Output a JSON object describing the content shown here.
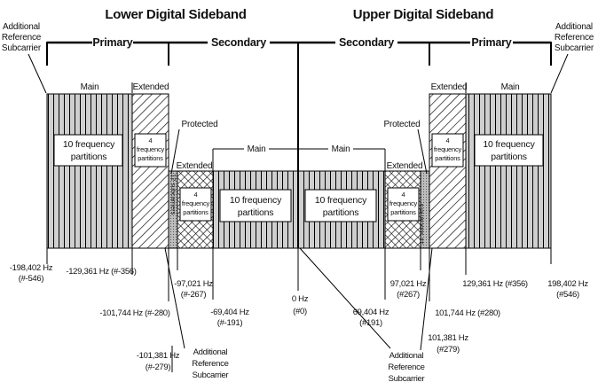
{
  "titles": {
    "lower": "Lower Digital Sideband",
    "upper": "Upper Digital Sideband"
  },
  "groups": {
    "primary_left": "Primary",
    "secondary_left": "Secondary",
    "secondary_right": "Secondary",
    "primary_right": "Primary"
  },
  "additional_reference_top_left": [
    "Additional",
    "Reference",
    "Subcarrier"
  ],
  "additional_reference_top_right": [
    "Additional",
    "Reference",
    "Subcarrier"
  ],
  "additional_reference_bottom_left": [
    "Additional",
    "Reference",
    "Subcarrier"
  ],
  "additional_reference_bottom_right": [
    "Additional",
    "Reference",
    "Subcarrier"
  ],
  "partition_labels": {
    "main_left": "Main",
    "extended_left": "Extended",
    "extended_right": "Extended",
    "main_right": "Main",
    "protected_left": "Protected",
    "protected_right": "Protected",
    "sec_extended_left": "Extended",
    "sec_extended_right": "Extended",
    "sec_main_left": "Main",
    "sec_main_right": "Main"
  },
  "boxes": {
    "primary_main_left": [
      "10 frequency",
      "partitions"
    ],
    "primary_ext_left": [
      "4",
      "frequency",
      "partitions"
    ],
    "sec_ext_left": [
      "4",
      "frequency",
      "partitions"
    ],
    "sec_main_left": [
      "10 frequency",
      "partitions"
    ],
    "sec_main_right": [
      "10 frequency",
      "partitions"
    ],
    "sec_ext_right": [
      "4",
      "frequency",
      "partitions"
    ],
    "primary_ext_right": [
      "4",
      "frequency",
      "partitions"
    ],
    "primary_main_right": [
      "10 frequency",
      "partitions"
    ]
  },
  "protected_subcarriers_left": "12 subcarriers",
  "protected_subcarriers_right": "12 subcarriers",
  "frequencies": {
    "f1": [
      "-198,402 Hz",
      "(#-546)"
    ],
    "f2": [
      "-129,361 Hz (#-356)"
    ],
    "f3": [
      "-101,744 Hz (#-280)"
    ],
    "f4": [
      "-97,021 Hz",
      "(#-267)"
    ],
    "f5": [
      "-69,404 Hz",
      "(#-191)"
    ],
    "f6": [
      "0 Hz",
      "(#0)"
    ],
    "f7": [
      "69,404 Hz",
      "(#191)"
    ],
    "f8": [
      "97,021 Hz",
      "(#267)"
    ],
    "f9": [
      "101,744 Hz (#280)"
    ],
    "f10": [
      "129,361 Hz (#356)"
    ],
    "f11": [
      "198,402 Hz",
      "(#546)"
    ],
    "f12": [
      "-101,381 Hz",
      "(#-279)"
    ],
    "f13": [
      "101,381 Hz",
      "(#279)"
    ]
  }
}
